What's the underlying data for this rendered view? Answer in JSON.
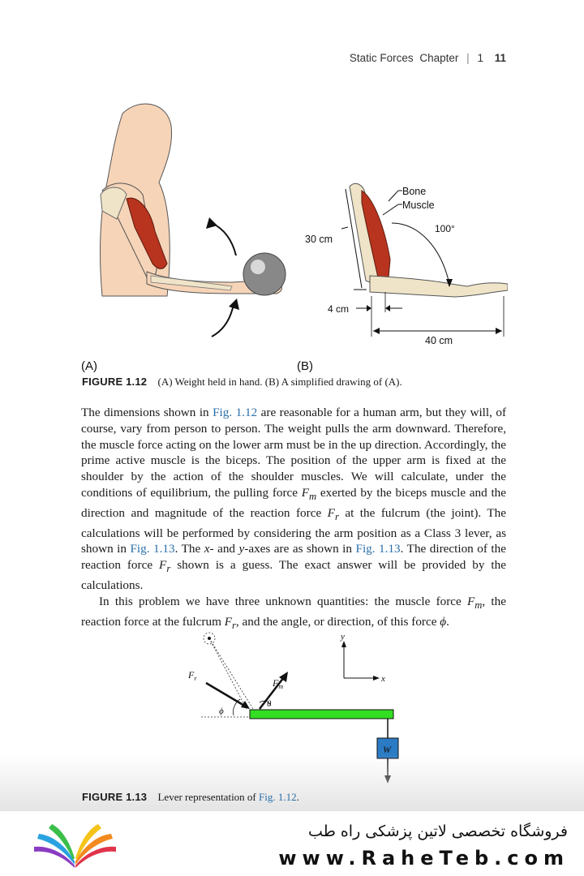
{
  "header": {
    "section": "Static Forces",
    "chapter_label": "Chapter",
    "separator": "|",
    "chapter_number": "1",
    "page_number": "11"
  },
  "figure_1_12": {
    "panel_a_label": "(A)",
    "panel_b_label": "(B)",
    "bone_label": "Bone",
    "muscle_label": "Muscle",
    "angle_label": "100°",
    "upper_arm_length": "30 cm",
    "muscle_offset": "4 cm",
    "forearm_length": "40 cm",
    "caption_label": "FIGURE 1.12",
    "caption_text": "(A) Weight held in hand. (B) A simplified drawing of (A)."
  },
  "body": {
    "p1_s1": "The dimensions shown in ",
    "p1_link1": "Fig. 1.12",
    "p1_s2": " are reasonable for a human arm, but they will, of course, vary from person to person. The weight pulls the arm downward. Therefore, the muscle force acting on the lower arm must be in the up direction. Accordingly, the prime active muscle is the biceps. The position of the upper arm is fixed at the shoulder by the action of the shoulder muscles. We will calculate, under the conditions of equilibrium, the pulling force ",
    "p1_fm1": "F",
    "p1_fm1_sub": "m",
    "p1_s3": " exerted by the biceps muscle and the direction and magnitude of the reaction force ",
    "p1_fr1": "F",
    "p1_fr1_sub": "r",
    "p1_s4": " at the fulcrum (the joint). The calculations will be performed by considering the arm position as a Class 3 lever, as shown in ",
    "p1_link2": "Fig. 1.13",
    "p1_s5": ". The ",
    "p1_x": "x",
    "p1_s6": "- and ",
    "p1_y": "y",
    "p1_s7": "-axes are as shown in ",
    "p1_link3": "Fig. 1.13",
    "p1_s8": ". The direction of the reaction force ",
    "p1_fr2": "F",
    "p1_fr2_sub": "r",
    "p1_s9": " shown is a guess. The exact answer will be provided by the calculations.",
    "p2_s1": "In this problem we have three unknown quantities: the muscle force ",
    "p2_fm": "F",
    "p2_fm_sub": "m",
    "p2_s2": ", the reaction force at the fulcrum ",
    "p2_fr": "F",
    "p2_fr_sub": "r",
    "p2_s3": ", and the angle, or direction, of this force ",
    "p2_phi": "ϕ",
    "p2_s4": "."
  },
  "figure_1_13": {
    "fr_label": "F",
    "fr_sub": "r",
    "fm_label": "F",
    "fm_sub": "m",
    "theta_label": "θ",
    "phi_label": "ϕ",
    "w_label": "W",
    "y_label": "y",
    "x_label": "x",
    "caption_label": "FIGURE 1.13",
    "caption_text": "Lever representation of ",
    "caption_link": "Fig. 1.12",
    "caption_end": "."
  },
  "footer": {
    "shop_name": "فروشگاه تخصصی لاتین پزشکی راه طب",
    "site": "www.RaheTeb.com"
  },
  "colors": {
    "link": "#2a6fa8",
    "lever": "#33dd22",
    "weight_box": "#2b7bc4",
    "muscle": "#b8341e",
    "skin": "#f6d4b8"
  }
}
